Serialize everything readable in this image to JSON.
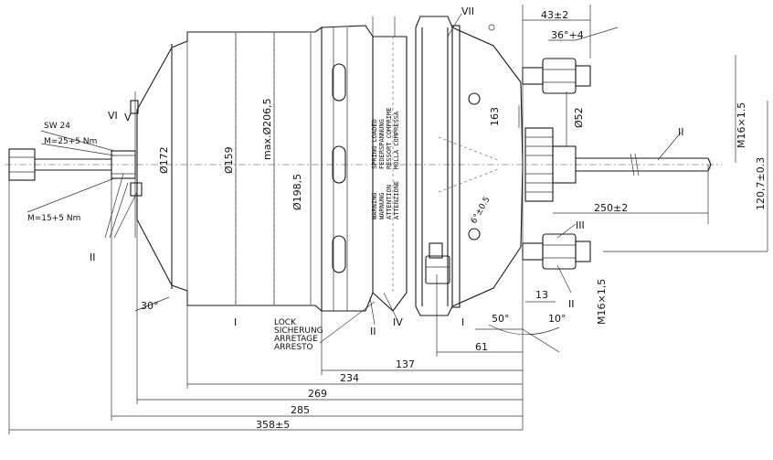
{
  "dimensions": {
    "d_43": "43±2",
    "d_36": "36°+4",
    "d_163": "163",
    "d_52": "Ø52",
    "d_m16_top": "M16×1.5",
    "d_120": "120,7±0.3",
    "d_250": "250±2",
    "d_m16_bot": "M16×1,5",
    "d_13": "13",
    "d_50deg": "50°",
    "d_10deg": "10°",
    "d_61": "61",
    "d_137": "137",
    "d_234": "234",
    "d_269": "269",
    "d_285": "285",
    "d_358": "358±5",
    "d_172": "Ø172",
    "d_159": "Ø159",
    "d_206": "max.Ø206,5",
    "d_198": "Ø198,5",
    "d_30deg": "30°",
    "d_6deg": "6°±0.5"
  },
  "labels": {
    "sw24": "SW 24",
    "m25": "M=25+5 Nm",
    "m15": "M=15+5 Nm",
    "roman_vi": "VI",
    "roman_v": "V",
    "roman_ii_left": "II",
    "roman_vii": "VII",
    "roman_ii_rod": "II",
    "roman_iii": "III",
    "roman_ii_port": "II",
    "roman_i_body": "I",
    "roman_i_clamp": "I",
    "roman_ii_bottom": "II",
    "roman_iv": "IV",
    "lock_1": "LOCK",
    "lock_2": "SICHERUNG",
    "lock_3": "ARRETAGE",
    "lock_4": "ARRESTO"
  },
  "warnings": {
    "spring_1": "SPRING LOADED",
    "spring_2": "FEDERSPANNUNG",
    "spring_3": "RESSORT COMPRIME",
    "spring_4": "MOLLA COMPRESSA",
    "warn_1": "WARNING",
    "warn_2": "WARNUNG",
    "warn_3": "ATTENTION",
    "warn_4": "ATTENZIONE"
  }
}
